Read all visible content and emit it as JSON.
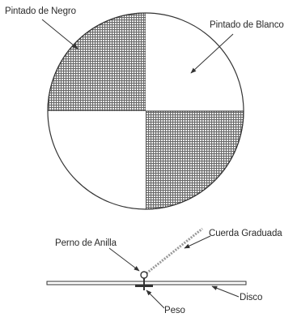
{
  "labels": {
    "black_painted": "Pintado de Negro",
    "white_painted": "Pintado de Blanco",
    "graduated_rope": "Cuerda Graduada",
    "ring_bolt": "Perno de Anilla",
    "disk": "Disco",
    "weight": "Peso"
  },
  "colors": {
    "outline": "#333333",
    "hatch": "#555555",
    "background": "#ffffff"
  }
}
